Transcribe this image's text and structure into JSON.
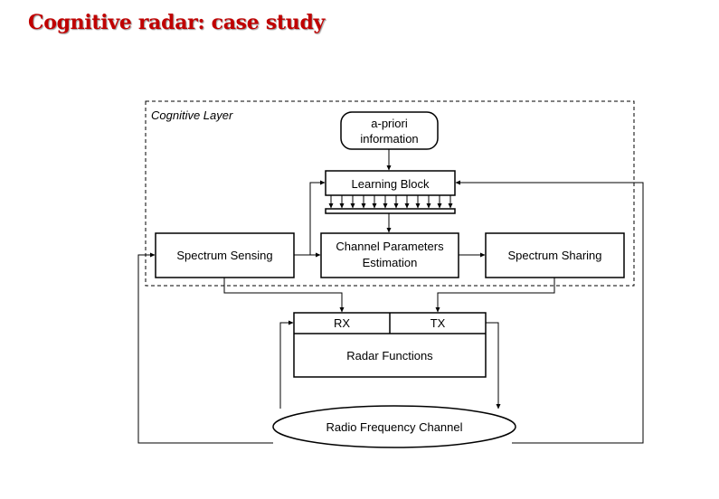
{
  "title": "Cognitive radar: case study",
  "diagram": {
    "layer_label": "Cognitive Layer",
    "apriori": [
      "a-priori",
      "information"
    ],
    "learning_block": "Learning Block",
    "spectrum_sensing": "Spectrum Sensing",
    "channel_params": [
      "Channel Parameters",
      "Estimation"
    ],
    "spectrum_sharing": "Spectrum Sharing",
    "rx": "RX",
    "tx": "TX",
    "radar_functions": "Radar Functions",
    "rf_channel": "Radio Frequency Channel"
  }
}
